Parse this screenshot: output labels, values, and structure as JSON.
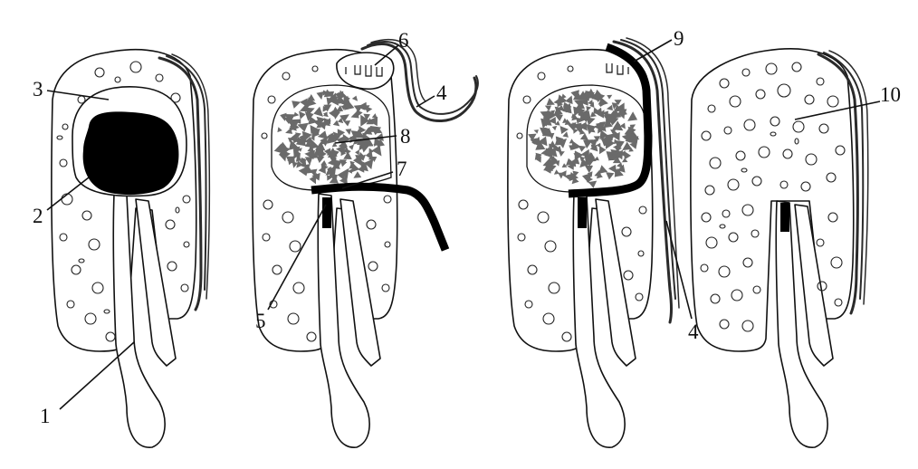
{
  "labels": {
    "l1": "1",
    "l2": "2",
    "l3": "3",
    "l4a": "4",
    "l4b": "4",
    "l5": "5",
    "l6": "6",
    "l7": "7",
    "l8": "8",
    "l9": "9",
    "l10": "10"
  },
  "colors": {
    "line": "#111111",
    "fill_black": "#000000",
    "graft_particles": "#6a6a6a",
    "background": "#ffffff"
  }
}
